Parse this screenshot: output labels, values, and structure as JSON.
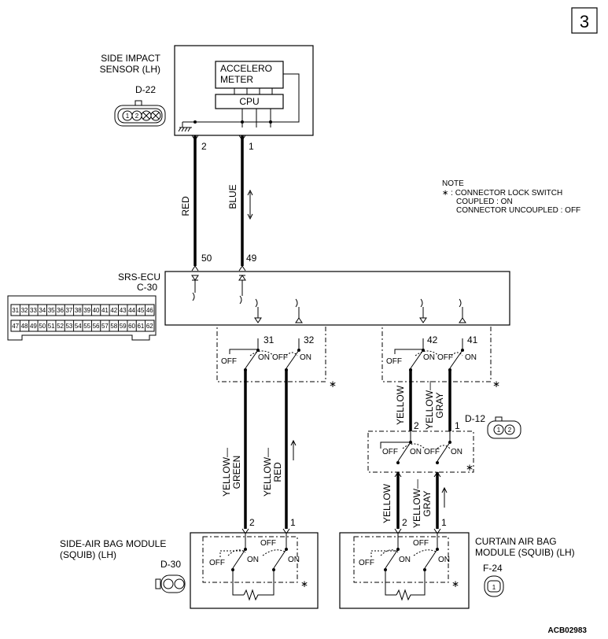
{
  "page_number": "3",
  "sensor": {
    "title_line1": "SIDE IMPACT",
    "title_line2": "SENSOR (LH)",
    "connector": "D-22",
    "accel_line1": "ACCELERO",
    "accel_line2": "METER",
    "cpu": "CPU",
    "pin_a": "2",
    "pin_b": "1"
  },
  "wires": {
    "red": "RED",
    "blue": "BLUE",
    "yellow_green_1": "YELLOW—",
    "yellow_green_2": "GREEN",
    "yellow_red_1": "YELLOW—",
    "yellow_red_2": "RED",
    "yellow": "YELLOW",
    "yellow_gray_1": "YELLOW—",
    "yellow_gray_2": "GRAY"
  },
  "ecu": {
    "title": "SRS-ECU",
    "connector": "C-30",
    "pin_50": "50",
    "pin_49": "49",
    "pin_31": "31",
    "pin_32": "32",
    "pin_42": "42",
    "pin_41": "41",
    "row1": [
      "31",
      "32",
      "33",
      "34",
      "35",
      "36",
      "37",
      "38",
      "39",
      "40",
      "41",
      "42",
      "43",
      "44",
      "45",
      "46"
    ],
    "row2": [
      "47",
      "48",
      "49",
      "50",
      "51",
      "52",
      "53",
      "54",
      "55",
      "56",
      "57",
      "58",
      "59",
      "60",
      "61",
      "62"
    ]
  },
  "note": {
    "title": "NOTE",
    "line1": "∗ : CONNECTOR LOCK SWITCH",
    "line2": "COUPLED : ON",
    "line3": "CONNECTOR UNCOUPLED : OFF"
  },
  "switch": {
    "off": "OFF",
    "on": "ON",
    "star": "∗"
  },
  "d12": {
    "connector": "D-12",
    "pin_2": "2",
    "pin_1": "1"
  },
  "side_module": {
    "title_line1": "SIDE-AIR BAG MODULE",
    "title_line2": "(SQUIB) (LH)",
    "connector": "D-30",
    "pin_2": "2",
    "pin_1": "1"
  },
  "curtain_module": {
    "title_line1": "CURTAIN AIR BAG",
    "title_line2": "MODULE (SQUIB) (LH)",
    "connector": "F-24",
    "pin_2": "2",
    "pin_1": "1"
  },
  "connector_pins": {
    "p1": "1",
    "p2": "2"
  },
  "figure_code": "ACB02983"
}
